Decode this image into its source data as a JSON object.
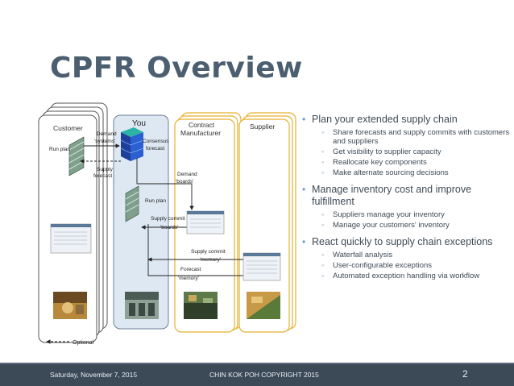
{
  "slide": {
    "title": "CPFR Overview",
    "footer": {
      "date": "Saturday, November 7, 2015",
      "copyright": "CHIN KOK POH COPYRIGHT 2015",
      "page_number": "2"
    }
  },
  "diagram": {
    "lanes": {
      "customer": "Customer",
      "you": "You",
      "contract_line1": "Contract",
      "contract_line2": "Manufacturer",
      "supplier": "Supplier"
    },
    "labels": {
      "run_plan_customer": "Run plan",
      "demand_systems_line1": "Demand",
      "demand_systems_line2": "'systems'",
      "consensus_line1": "Consensus",
      "consensus_line2": "forecast",
      "supply_forecast_line1": "Supply",
      "supply_forecast_line2": "forecast",
      "demand_boards_line1": "Demand",
      "demand_boards_line2": "'boards'",
      "run_plan_you": "Run plan",
      "supply_commit_boards_line1": "Supply commit",
      "supply_commit_boards_line2": "'boards'",
      "supply_commit_memory_line1": "Supply commit",
      "supply_commit_memory_line2": "'memory'",
      "forecast_memory_line1": "Forecast",
      "forecast_memory_line2": "'memory'",
      "optional": "Optional"
    },
    "colors": {
      "you_lane": "#dde8f3",
      "contract_border": "#e8b030",
      "supplier_border": "#e8b030"
    }
  },
  "bullets": [
    {
      "text": "Plan your extended supply chain",
      "subitems": [
        "Share forecasts and supply commits with customers and suppliers",
        "Get visibility to supplier capacity",
        "Reallocate key components",
        "Make alternate sourcing decisions"
      ]
    },
    {
      "text": "Manage inventory cost and improve fulfillment",
      "subitems": [
        "Suppliers manage your inventory",
        "Manage your customers' inventory"
      ]
    },
    {
      "text": "React quickly to supply chain exceptions",
      "subitems": [
        "Waterfall analysis",
        "User-configurable exceptions",
        "Automated exception handling via workflow"
      ]
    }
  ]
}
